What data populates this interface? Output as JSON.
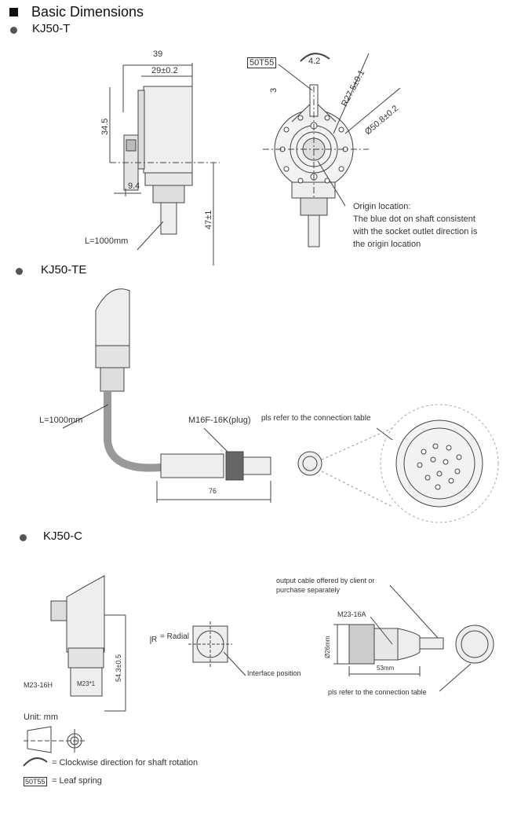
{
  "title": "Basic Dimensions",
  "sections": [
    {
      "name": "KJ50-T",
      "dims": {
        "overall_length": "39",
        "body_length": "29±0.2",
        "height_upper": "34.5",
        "height_lower": "47±1",
        "offset": "9.4",
        "cable": "L=1000mm",
        "leaf_spring": "50T55",
        "slot_width": "4.2",
        "slot_depth": "3",
        "radius": "R27.5±0.1",
        "diameter": "Ø50.8±0.2"
      },
      "origin_note": [
        "Origin location:",
        "The blue dot on shaft consistent",
        "with the socket outlet direction is",
        "the origin location"
      ]
    },
    {
      "name": "KJ50-TE",
      "cable": "L=1000mm",
      "plug": "M16F-16K(plug)",
      "plug_length": "76",
      "connection_note": "pls refer to the connection table"
    },
    {
      "name": "KJ50-C",
      "height": "54.3±0.5",
      "socket": "M23-16H",
      "thread": "M23*1",
      "radial_symbol": "R",
      "radial_label": "= Radial",
      "interface": "Interface position",
      "cable_note": [
        "output cable offered by client or",
        "purchase separately"
      ],
      "plug": "M23-16A",
      "plug_diameter": "Ø26mm",
      "plug_length": "53mm",
      "connection_note": "pls refer to the connection table"
    }
  ],
  "legend": {
    "unit": "Unit: mm",
    "rotation": "= Clockwise direction for shaft rotation",
    "leaf_box": "50T55",
    "leaf": "= Leaf spring"
  }
}
